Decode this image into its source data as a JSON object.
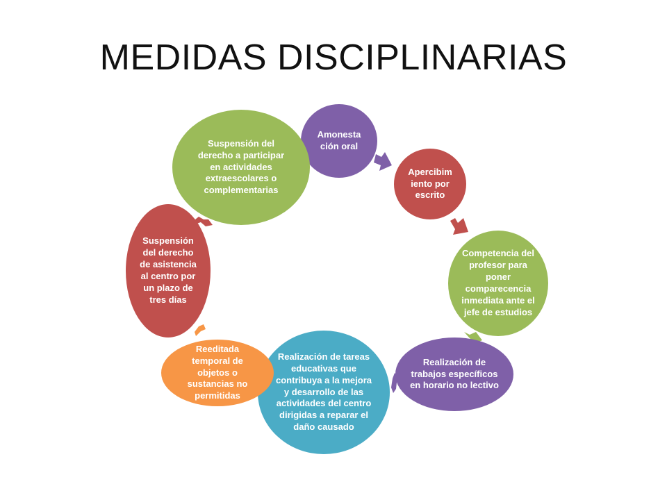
{
  "title": "MEDIDAS DISCIPLINARIAS",
  "colors": {
    "purple": "#7f60a8",
    "red": "#c0504d",
    "green": "#9bbb59",
    "blue": "#4bacc6",
    "orange": "#f79646"
  },
  "nodes": [
    {
      "text": "Amonesta ción oral",
      "color": "purple"
    },
    {
      "text": "Apercibim iento por escrito",
      "color": "red"
    },
    {
      "text": "Competencia del profesor para poner comparecencia inmediata ante el jefe de estudios",
      "color": "green"
    },
    {
      "text": "Realización de trabajos específicos en horario no lectivo",
      "color": "purple"
    },
    {
      "text": "Realización de tareas educativas que contribuya a la mejora y desarrollo de las actividades del centro dirigidas a reparar el daño causado",
      "color": "blue"
    },
    {
      "text": "Reeditada temporal de objetos o sustancias no permitidas",
      "color": "orange"
    },
    {
      "text": "Suspensión del derecho de asistencia al centro por un plazo de tres días",
      "color": "red"
    },
    {
      "text": "Suspensión del derecho a participar en actividades extraescolares o complementarias",
      "color": "green"
    }
  ]
}
